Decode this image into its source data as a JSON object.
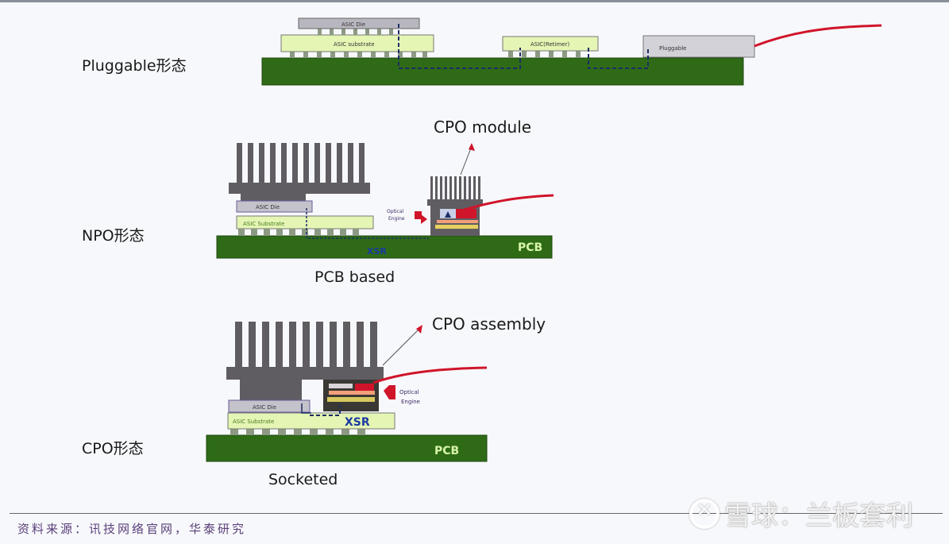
{
  "rows": [
    {
      "id": "pluggable",
      "label": "Pluggable形态"
    },
    {
      "id": "npo",
      "label": "NPO形态",
      "caption": "PCB based",
      "callout": "CPO module"
    },
    {
      "id": "cpo",
      "label": "CPO形态",
      "caption": "Socketed",
      "callout": "CPO assembly"
    }
  ],
  "diagram_labels": {
    "asic_die": "ASIC Die",
    "asic_substrate": "ASIC substrate",
    "asic_substrate_alt": "ASIC Substrate",
    "asic_retimer": "ASIC(Retimer)",
    "pluggable_module": "Pluggable",
    "optical_engine_line1": "Optical",
    "optical_engine_line2": "Engine",
    "pcb": "PCB",
    "xsr": "XSR"
  },
  "colors": {
    "pcb_green": "#2f6b17",
    "substrate_lime": "#e4f5b4",
    "die_gray": "#b8b6bf",
    "heatsink_gray": "#5f5d62",
    "fiber_red": "#d0142a",
    "trace_navy": "#1d2d66"
  },
  "footer": {
    "source": "资料来源：讯技网络官网，华泰研究",
    "watermark": "雪球：兰板套利"
  }
}
